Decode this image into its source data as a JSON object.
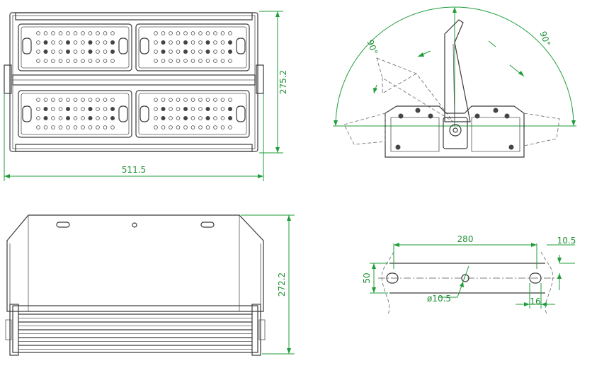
{
  "dimensions": {
    "front_width": "511.5",
    "front_height": "275.2",
    "side_height": "272.2",
    "bracket_length": "280",
    "bracket_slot_height": "50",
    "bracket_edge_offset": "10.5",
    "bracket_hole_diameter": "ø10.5",
    "bracket_slot_width": "16",
    "tilt_angle_left": "90°",
    "tilt_angle_right": "90°"
  },
  "colors": {
    "line": "#3a3a3a",
    "dimension": "#1f9d3a",
    "background": "#ffffff"
  }
}
